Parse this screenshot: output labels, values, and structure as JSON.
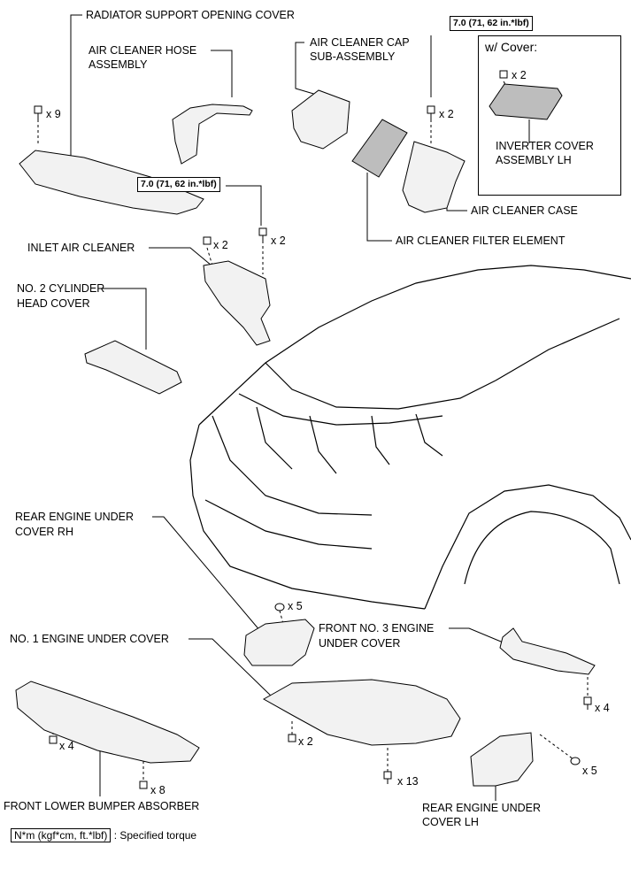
{
  "labels": {
    "radiator_support_opening_cover": "RADIATOR SUPPORT OPENING COVER",
    "air_cleaner_hose_assembly": [
      "AIR CLEANER HOSE",
      "ASSEMBLY"
    ],
    "air_cleaner_cap_sub_assembly": [
      "AIR CLEANER CAP",
      "SUB-ASSEMBLY"
    ],
    "inlet_air_cleaner": "INLET AIR CLEANER",
    "no2_cylinder_head_cover": [
      "NO. 2 CYLINDER",
      "HEAD COVER"
    ],
    "air_cleaner_case": "AIR CLEANER CASE",
    "air_cleaner_filter_element": "AIR CLEANER FILTER ELEMENT",
    "inverter_cover_assembly_lh": [
      "INVERTER COVER",
      "ASSEMBLY LH"
    ],
    "rear_engine_under_cover_rh": [
      "REAR ENGINE UNDER",
      "COVER RH"
    ],
    "no1_engine_under_cover": "NO. 1 ENGINE UNDER COVER",
    "front_no3_engine_under_cover": [
      "FRONT NO. 3 ENGINE",
      "UNDER COVER"
    ],
    "front_lower_bumper_absorber": "FRONT LOWER BUMPER ABSORBER",
    "rear_engine_under_cover_lh": [
      "REAR ENGINE UNDER",
      "COVER LH"
    ]
  },
  "cover_box": {
    "title": "w/ Cover:",
    "qty": "x 2"
  },
  "torque_specs": {
    "air_cleaner_case_bolt": "7.0 (71, 62 in.*lbf)",
    "inlet_air_cleaner_bolt": "7.0 (71, 62 in.*lbf)"
  },
  "quantities": {
    "radiator_cover_clips": "x 9",
    "air_cleaner_case_bolts": "x 2",
    "inlet_bolts": "x 2",
    "inlet_clips": "x 2",
    "rear_rh_clips": "x 5",
    "front_no3_bolts": "x 4",
    "bumper_clips": "x 4",
    "no1_clips": "x 2",
    "bumper_bolts": "x 8",
    "no1_bolts": "x 13",
    "rear_lh_clips": "x 5"
  },
  "legend": {
    "unit": "N*m (kgf*cm, ft.*lbf)",
    "text": ": Specified torque"
  },
  "colors": {
    "line": "#000000",
    "part_fill": "#f2f2f2",
    "part_shade": "#bdbdbd",
    "background": "#ffffff"
  }
}
